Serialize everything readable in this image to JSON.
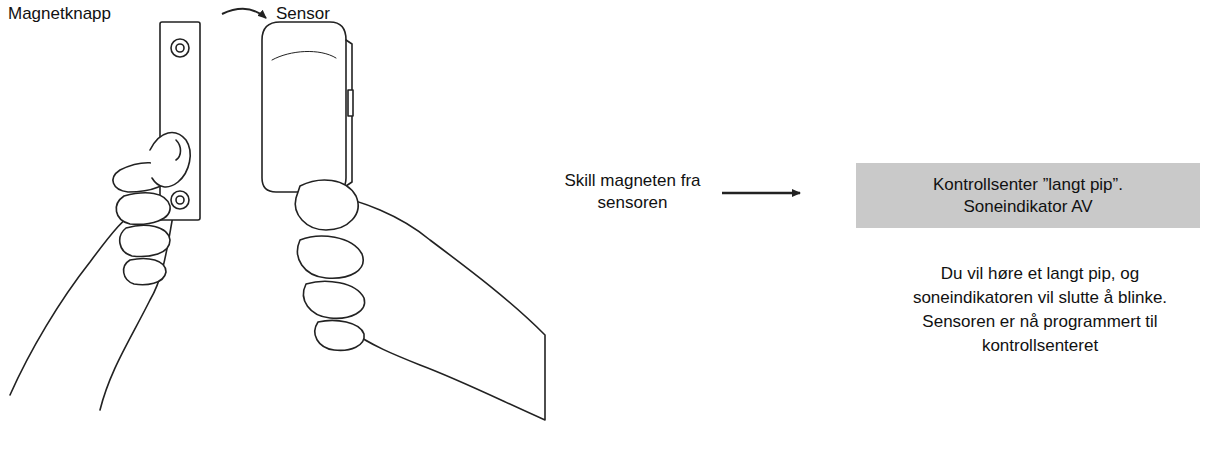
{
  "diagram": {
    "nodes": [
      {
        "text": [
          "Kontrollsenter ”langt pip”. Soneindikator AV"
        ]
      }
    ],
    "labels": [
      "Magnetknapp",
      "Sensor",
      "Skill magneten fra sensoren",
      "Du vil høre et langt pip, og soneindikatoren vil slutte å blinke. Sensoren er nå programmert til kontrollsenteret"
    ]
  }
}
